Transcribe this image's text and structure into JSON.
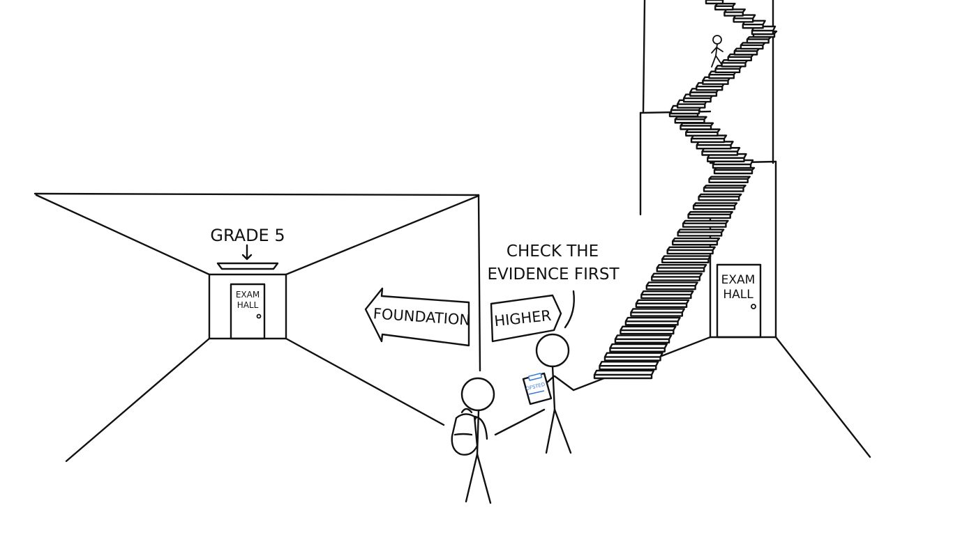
{
  "left_hall": {
    "grade_label": "GRADE 5",
    "door_label_line1": "EXAM",
    "door_label_line2": "HALL"
  },
  "signs": {
    "left_arrow_label": "FOUNDATION",
    "right_arrow_label": "HIGHER"
  },
  "speech": {
    "line1": "CHECK THE",
    "line2": "EVIDENCE FIRST"
  },
  "clipboard": {
    "badge_text": "OFSTED",
    "accent_color": "#3a7bd5"
  },
  "right_hall": {
    "door_label_line1": "EXAM",
    "door_label_line2": "HALL"
  },
  "icons": [
    "backpack-icon",
    "clipboard-icon",
    "down-arrow-icon",
    "door-knob-icon"
  ]
}
